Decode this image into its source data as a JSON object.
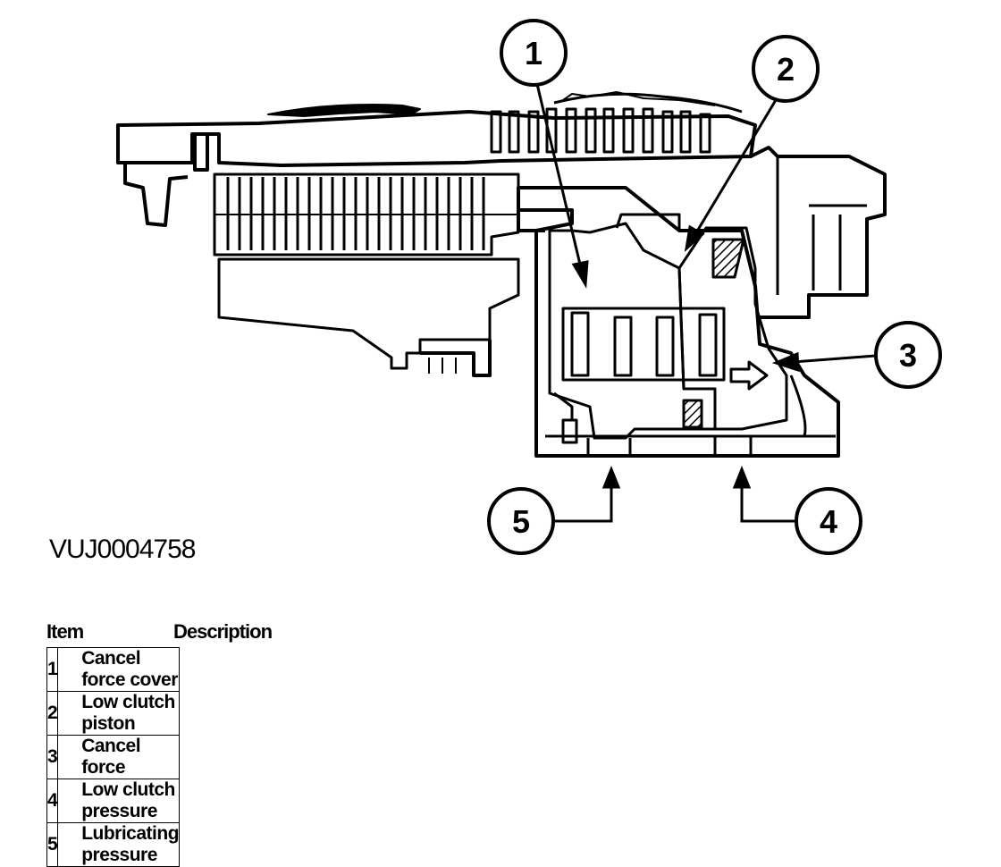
{
  "figure_id": "VUJ0004758",
  "callouts": [
    "1",
    "2",
    "3",
    "4",
    "5"
  ],
  "legend": {
    "item_header": "Item",
    "description_header": "Description",
    "rows": [
      {
        "item": "1",
        "description": "Cancel force cover"
      },
      {
        "item": "2",
        "description": "Low clutch piston"
      },
      {
        "item": "3",
        "description": "Cancel force"
      },
      {
        "item": "4",
        "description": "Low clutch pressure"
      },
      {
        "item": "5",
        "description": "Lubricating pressure"
      }
    ]
  }
}
